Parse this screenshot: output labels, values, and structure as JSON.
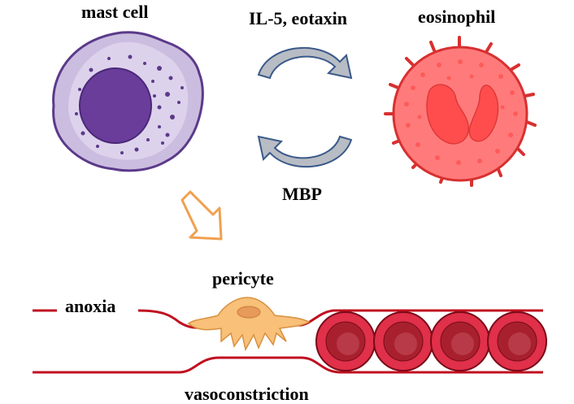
{
  "labels": {
    "mast_cell": "mast cell",
    "il5": "IL-5, eotaxin",
    "eosinophil": "eosinophil",
    "mbp": "MBP",
    "pericyte": "pericyte",
    "anoxia": "anoxia",
    "vasoconstriction": "vasoconstriction"
  },
  "colors": {
    "mast_body": "#c8b8de",
    "mast_nucleus": "#6a3d9a",
    "mast_outline": "#5b3a8a",
    "eos_body": "#ff7b7b",
    "eos_outline": "#d83030",
    "eos_nucleus": "#ff4d4d",
    "arrow_fill": "#b8bcc4",
    "arrow_outline": "#3a5a8a",
    "hollow_arrow": "#f0a050",
    "vessel": "#c01020",
    "rbc_outer": "#e0304a",
    "rbc_inner": "#a8202e",
    "pericyte": "#f8c078"
  }
}
